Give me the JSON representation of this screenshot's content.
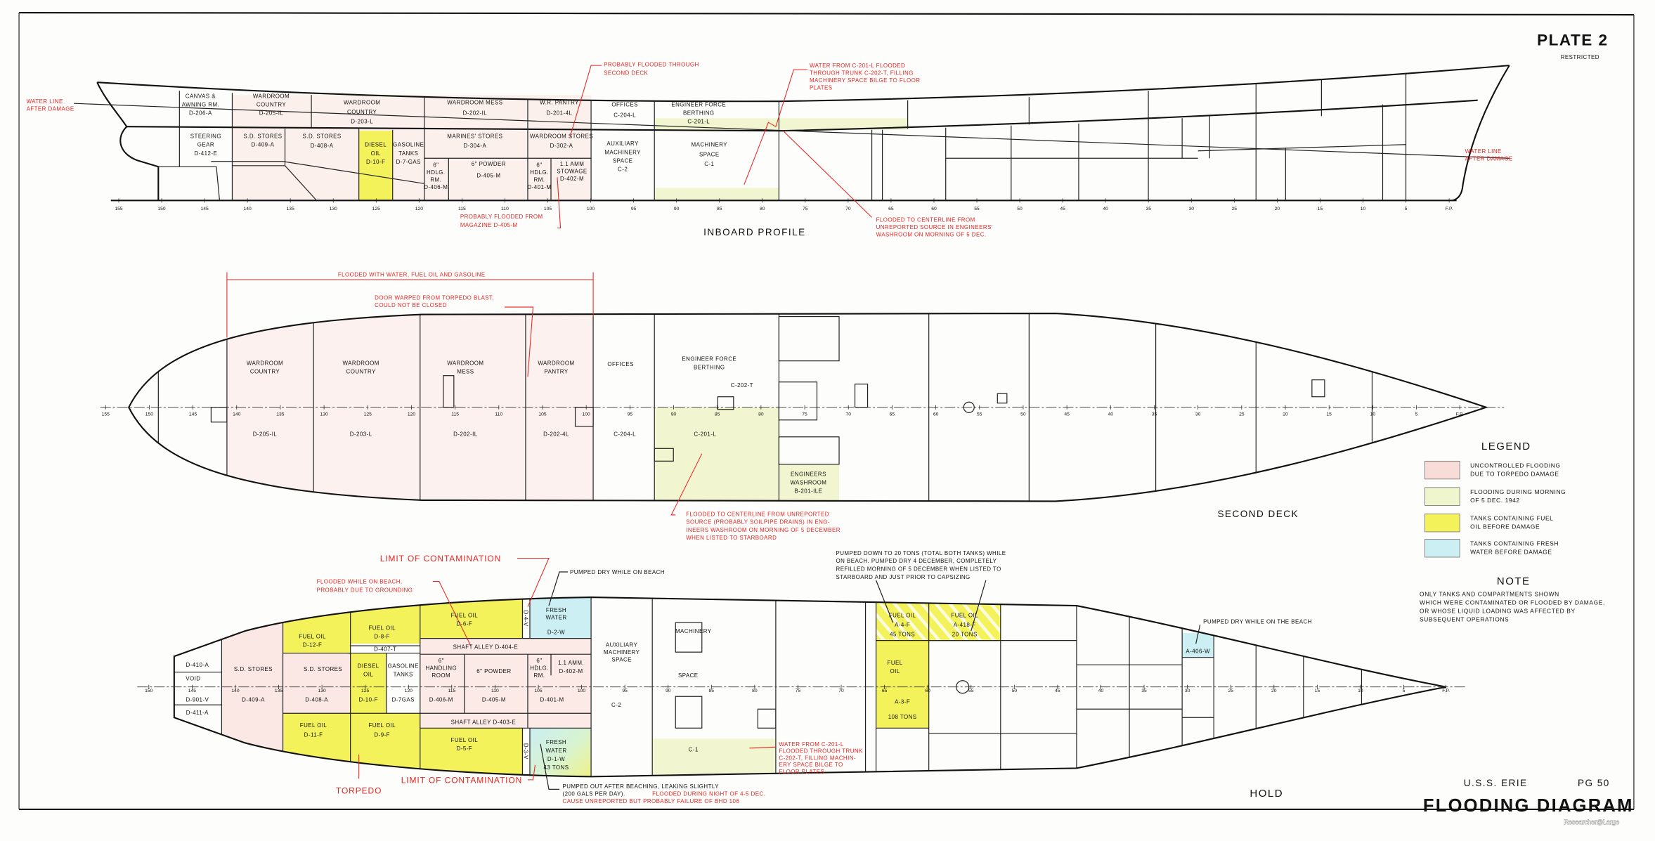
{
  "header": {
    "plate": "PLATE 2",
    "restricted": "RESTRICTED"
  },
  "frames": [
    "155",
    "150",
    "145",
    "140",
    "135",
    "130",
    "125",
    "120",
    "115",
    "110",
    "105",
    "100",
    "95",
    "90",
    "85",
    "80",
    "75",
    "70",
    "65",
    "60",
    "55",
    "50",
    "45",
    "40",
    "35",
    "30",
    "25",
    "20",
    "15",
    "10",
    "5",
    "F.P."
  ],
  "colors": {
    "torpedo_flooding": "#f8dcd8",
    "morning_flooding": "#eff5cc",
    "fuel_oil": "#f4f25a",
    "fresh_water": "#cbeff3",
    "annotation_red": "#e8231f"
  },
  "profile": {
    "title": "INBOARD PROFILE",
    "waterline_left": [
      "WATER LINE",
      "AFTER DAMAGE"
    ],
    "waterline_right": [
      "WATER LINE",
      "AFTER DAMAGE"
    ],
    "rooms": {
      "canvas": [
        "CANVAS &",
        "AWNING RM.",
        "D-206-A"
      ],
      "wr_country_1": [
        "WARDROOM",
        "COUNTRY",
        "D-205-IL"
      ],
      "wr_country_2": [
        "WARDROOM",
        "COUNTRY",
        "D-203-L"
      ],
      "wr_mess": [
        "WARDROOM MESS",
        "D-202-IL"
      ],
      "wr_pantry": [
        "W.R. PANTRY",
        "D-201-4L"
      ],
      "offices": [
        "OFFICES",
        "C-204-L"
      ],
      "eng_berthing": [
        "ENGINEER FORCE",
        "BERTHING",
        "C-201-L"
      ],
      "steering": [
        "STEERING",
        "GEAR",
        "D-412-E"
      ],
      "sd_stores_1": [
        "S.D. STORES",
        "D-409-A"
      ],
      "sd_stores_2": [
        "S.D. STORES",
        "D-408-A"
      ],
      "diesel": [
        "DIESEL",
        "OIL",
        "D-10-F"
      ],
      "gasoline": [
        "GASOLINE",
        "TANKS",
        "D-7-GAS"
      ],
      "marines": [
        "MARINES' STORES",
        "D-304-A"
      ],
      "hdlg_1": [
        "6\"",
        "HDLG.",
        "RM.",
        "D-406-M"
      ],
      "powder": [
        "6\" POWDER",
        "D-405-M"
      ],
      "wr_stores": [
        "WARDROOM STORES",
        "D-302-A"
      ],
      "hdlg_2": [
        "6\"",
        "HDLG.",
        "RM.",
        "D-401-M"
      ],
      "amm": [
        "1.1 AMM",
        "STOWAGE",
        "D-402-M"
      ],
      "aux": [
        "AUXILIARY",
        "MACHINERY",
        "SPACE",
        "C-2"
      ],
      "machinery": [
        "MACHINERY",
        "SPACE",
        "C-1"
      ]
    },
    "notes": {
      "through_deck": [
        "PROBABLY FLOODED THROUGH",
        "SECOND DECK"
      ],
      "trunk": [
        "WATER FROM C-201-L FLOODED",
        "THROUGH TRUNK C-202-T, FILLING",
        "MACHINERY SPACE BILGE TO FLOOR",
        "PLATES"
      ],
      "magazine": [
        "PROBABLY FLOODED FROM",
        "MAGAZINE D-405-M"
      ],
      "centerline": [
        "FLOODED TO CENTERLINE FROM",
        "UNREPORTED SOURCE IN ENGINEERS'",
        "WASHROOM ON MORNING OF 5 DEC."
      ]
    }
  },
  "second_deck": {
    "title": "SECOND DECK",
    "rooms": {
      "wr_country_1": [
        "WARDROOM",
        "COUNTRY"
      ],
      "wr_country_1_id": "D-205-IL",
      "wr_country_2": [
        "WARDROOM",
        "COUNTRY"
      ],
      "wr_country_2_id": "D-203-L",
      "wr_mess": [
        "WARDROOM",
        "MESS"
      ],
      "wr_mess_id": "D-202-IL",
      "wr_pantry": [
        "WARDROOM",
        "PANTRY"
      ],
      "wr_pantry_id": "D-202-4L",
      "offices": "OFFICES",
      "offices_id": "C-204-L",
      "eng_berthing": [
        "ENGINEER FORCE",
        "BERTHING"
      ],
      "trunk": "C-202-T",
      "eng_berthing_id": "C-201-L",
      "washroom": [
        "ENGINEERS",
        "WASHROOM",
        "B-201-ILE"
      ]
    },
    "notes": {
      "flooded_span": "FLOODED WITH WATER, FUEL OIL AND GASOLINE",
      "door": [
        "DOOR WARPED FROM TORPEDO BLAST,",
        "COULD NOT BE CLOSED"
      ],
      "centerline": [
        "FLOODED TO CENTERLINE FROM UNREPORTED",
        "SOURCE (PROBABLY SOILPIPE DRAINS) IN ENG-",
        "INEERS WASHROOM ON MORNING OF 5 DECEMBER",
        "WHEN LISTED TO STARBOARD"
      ]
    }
  },
  "hold": {
    "title": "HOLD",
    "rooms": {
      "d410": "D-410-A",
      "void": "VOID",
      "d901": "D-901-V",
      "d411": "D-411-A",
      "sd_stores_1": "S.D. STORES",
      "sd_stores_1_id": "D-409-A",
      "sd_stores_2": "S.D. STORES",
      "sd_stores_2_id": "D-408-A",
      "fo_12": [
        "FUEL OIL",
        "D-12-F"
      ],
      "fo_11": [
        "FUEL OIL",
        "D-11-F"
      ],
      "fo_8": [
        "FUEL OIL",
        "D-8-F"
      ],
      "fo_9": [
        "FUEL OIL",
        "D-9-F"
      ],
      "d407": "D-407-T",
      "diesel": [
        "DIESEL",
        "OIL"
      ],
      "diesel_id": "D-10-F",
      "gasoline": [
        "GASOLINE",
        "TANKS"
      ],
      "gasoline_id": "D-7GAS",
      "fo_6": [
        "FUEL OIL",
        "D-6-F"
      ],
      "fo_5": [
        "FUEL OIL",
        "D-5-F"
      ],
      "shaft_404": "SHAFT ALLEY   D-404-E",
      "shaft_403": "SHAFT ALLEY   D-403-E",
      "hdlg_1": [
        "6\"",
        "HANDLING",
        "ROOM"
      ],
      "hdlg_1_id": "D-406-M",
      "powder": "6\" POWDER",
      "powder_id": "D-405-M",
      "hdlg_2": [
        "6\"",
        "HDLG.",
        "RM."
      ],
      "hdlg_2_id": "D-401-M",
      "amm": [
        "1.1 AMM.",
        "D-402-M"
      ],
      "d4v": "D-4-V",
      "d3v": "D-3-V",
      "fw_2": [
        "FRESH",
        "WATER",
        "",
        "D-2-W"
      ],
      "fw_1": [
        "FRESH",
        "WATER",
        "D-1-W",
        "43 TONS"
      ],
      "aux": [
        "AUXILIARY",
        "MACHINERY",
        "SPACE"
      ],
      "aux_id": "C-2",
      "machinery": "MACHINERY",
      "machinery_2": "SPACE",
      "machinery_id": "C-1",
      "a4f": [
        "FUEL OIL",
        "A-4-F",
        "45 TONS"
      ],
      "a418f": [
        "FUEL OIL",
        "A-418-F",
        "20 TONS"
      ],
      "a3f": [
        "FUEL",
        "OIL"
      ],
      "a3f_id": [
        "A-3-F",
        "108 TONS"
      ],
      "a406w": "A-406-W"
    },
    "notes": {
      "limit_top": "LIMIT OF CONTAMINATION",
      "limit_bottom": "LIMIT OF CONTAMINATION",
      "grounding": [
        "FLOODED WHILE ON BEACH,",
        "PROBABLY DUE TO GROUNDING"
      ],
      "torpedo": "TORPEDO",
      "pumped_dry": "PUMPED DRY WHILE ON BEACH",
      "pumped_down": [
        "PUMPED DOWN TO 20 TONS (TOTAL BOTH TANKS) WHILE",
        "ON BEACH. PUMPED DRY 4 DECEMBER, COMPLETELY",
        "REFILLED MORNING OF 5 DECEMBER WHEN LISTED TO",
        "STARBOARD AND JUST PRIOR TO CAPSIZING"
      ],
      "pumped_dry_beach": "PUMPED DRY WHILE ON THE BEACH",
      "trunk": [
        "WATER FROM C-201-L",
        "FLOODED THROUGH TRUNK",
        "C-202-T, FILLING MACHIN-",
        "ERY SPACE BILGE TO",
        "FLOOR PLATES"
      ],
      "pumped_out": [
        "PUMPED OUT AFTER BEACHING, LEAKING SLIGHTLY",
        "(200 GALS PER DAY)."
      ],
      "night_flood": "FLOODED DURING NIGHT OF 4-5 DEC.",
      "cause": "CAUSE UNREPORTED BUT PROBABLY FAILURE OF BHD 106"
    }
  },
  "legend": {
    "title": "LEGEND",
    "items": [
      {
        "lines": [
          "UNCONTROLLED FLOODING",
          "DUE TO TORPEDO DAMAGE"
        ]
      },
      {
        "lines": [
          "FLOODING DURING MORNING",
          "OF 5 DEC. 1942"
        ]
      },
      {
        "lines": [
          "TANKS CONTAINING FUEL",
          "OIL BEFORE DAMAGE"
        ]
      },
      {
        "lines": [
          "TANKS CONTAINING FRESH",
          "WATER BEFORE DAMAGE"
        ]
      }
    ]
  },
  "note": {
    "title": "NOTE",
    "lines": [
      "ONLY TANKS AND COMPARTMENTS SHOWN",
      "WHICH WERE CONTAMINATED OR FLOODED BY DAMAGE,",
      "OR WHOSE LIQUID LOADING WAS AFFECTED BY",
      "SUBSEQUENT OPERATIONS"
    ]
  },
  "title_block": {
    "ship": "U.S.S. ERIE",
    "hull": "PG 50",
    "title": "FLOODING DIAGRAM",
    "watermark": "Researcher@Large"
  }
}
